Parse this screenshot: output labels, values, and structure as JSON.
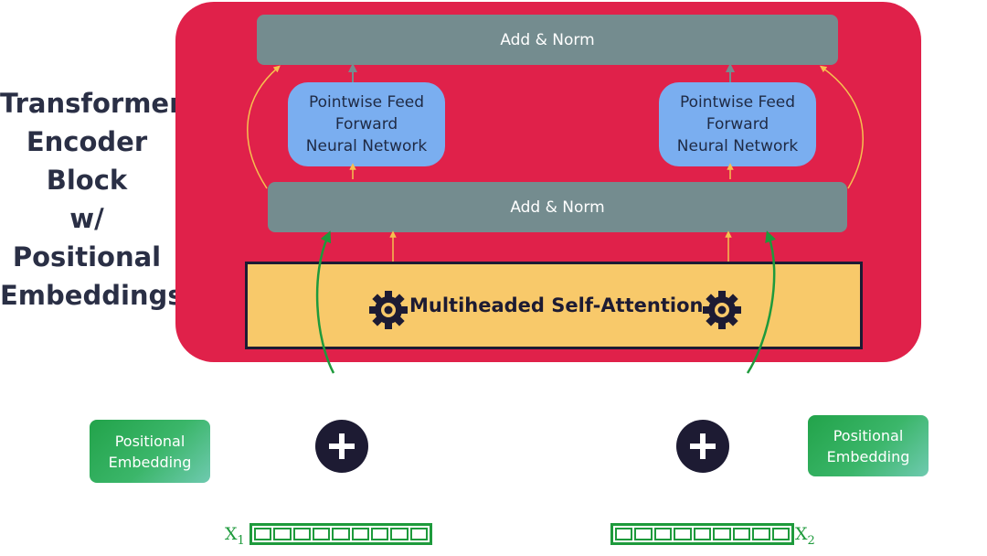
{
  "title": {
    "lines": [
      "Transformer",
      "Encoder",
      "Block",
      "w/",
      "Positional",
      "Embeddings"
    ]
  },
  "encoder": {
    "add_norm_top": "Add & Norm",
    "add_norm_middle": "Add & Norm",
    "ffn_left": [
      "Pointwise Feed",
      "Forward",
      "Neural Network"
    ],
    "ffn_right": [
      "Pointwise Feed",
      "Forward",
      "Neural Network"
    ],
    "attention_label": "Multiheaded Self-Attention"
  },
  "inputs": {
    "left": {
      "positional_embedding": [
        "Positional",
        "Embedding"
      ],
      "label": "X",
      "subscript": "1",
      "cells": 9
    },
    "right": {
      "positional_embedding": [
        "Positional",
        "Embedding"
      ],
      "label": "X",
      "subscript": "2",
      "cells": 9
    }
  },
  "colors": {
    "encoder_background": "#e0214a",
    "add_norm": "#748c8f",
    "ffn": "#7aaef0",
    "attention": "#f8c96a",
    "embedding_green": "#22a34a",
    "vector_green": "#1e9a3c",
    "residual_arrow": "#f6c04f",
    "input_arrow": "#1e9a3c",
    "dark": "#1d1b33"
  },
  "icons": [
    "gear-icon",
    "plus-icon",
    "arrow-icon"
  ]
}
